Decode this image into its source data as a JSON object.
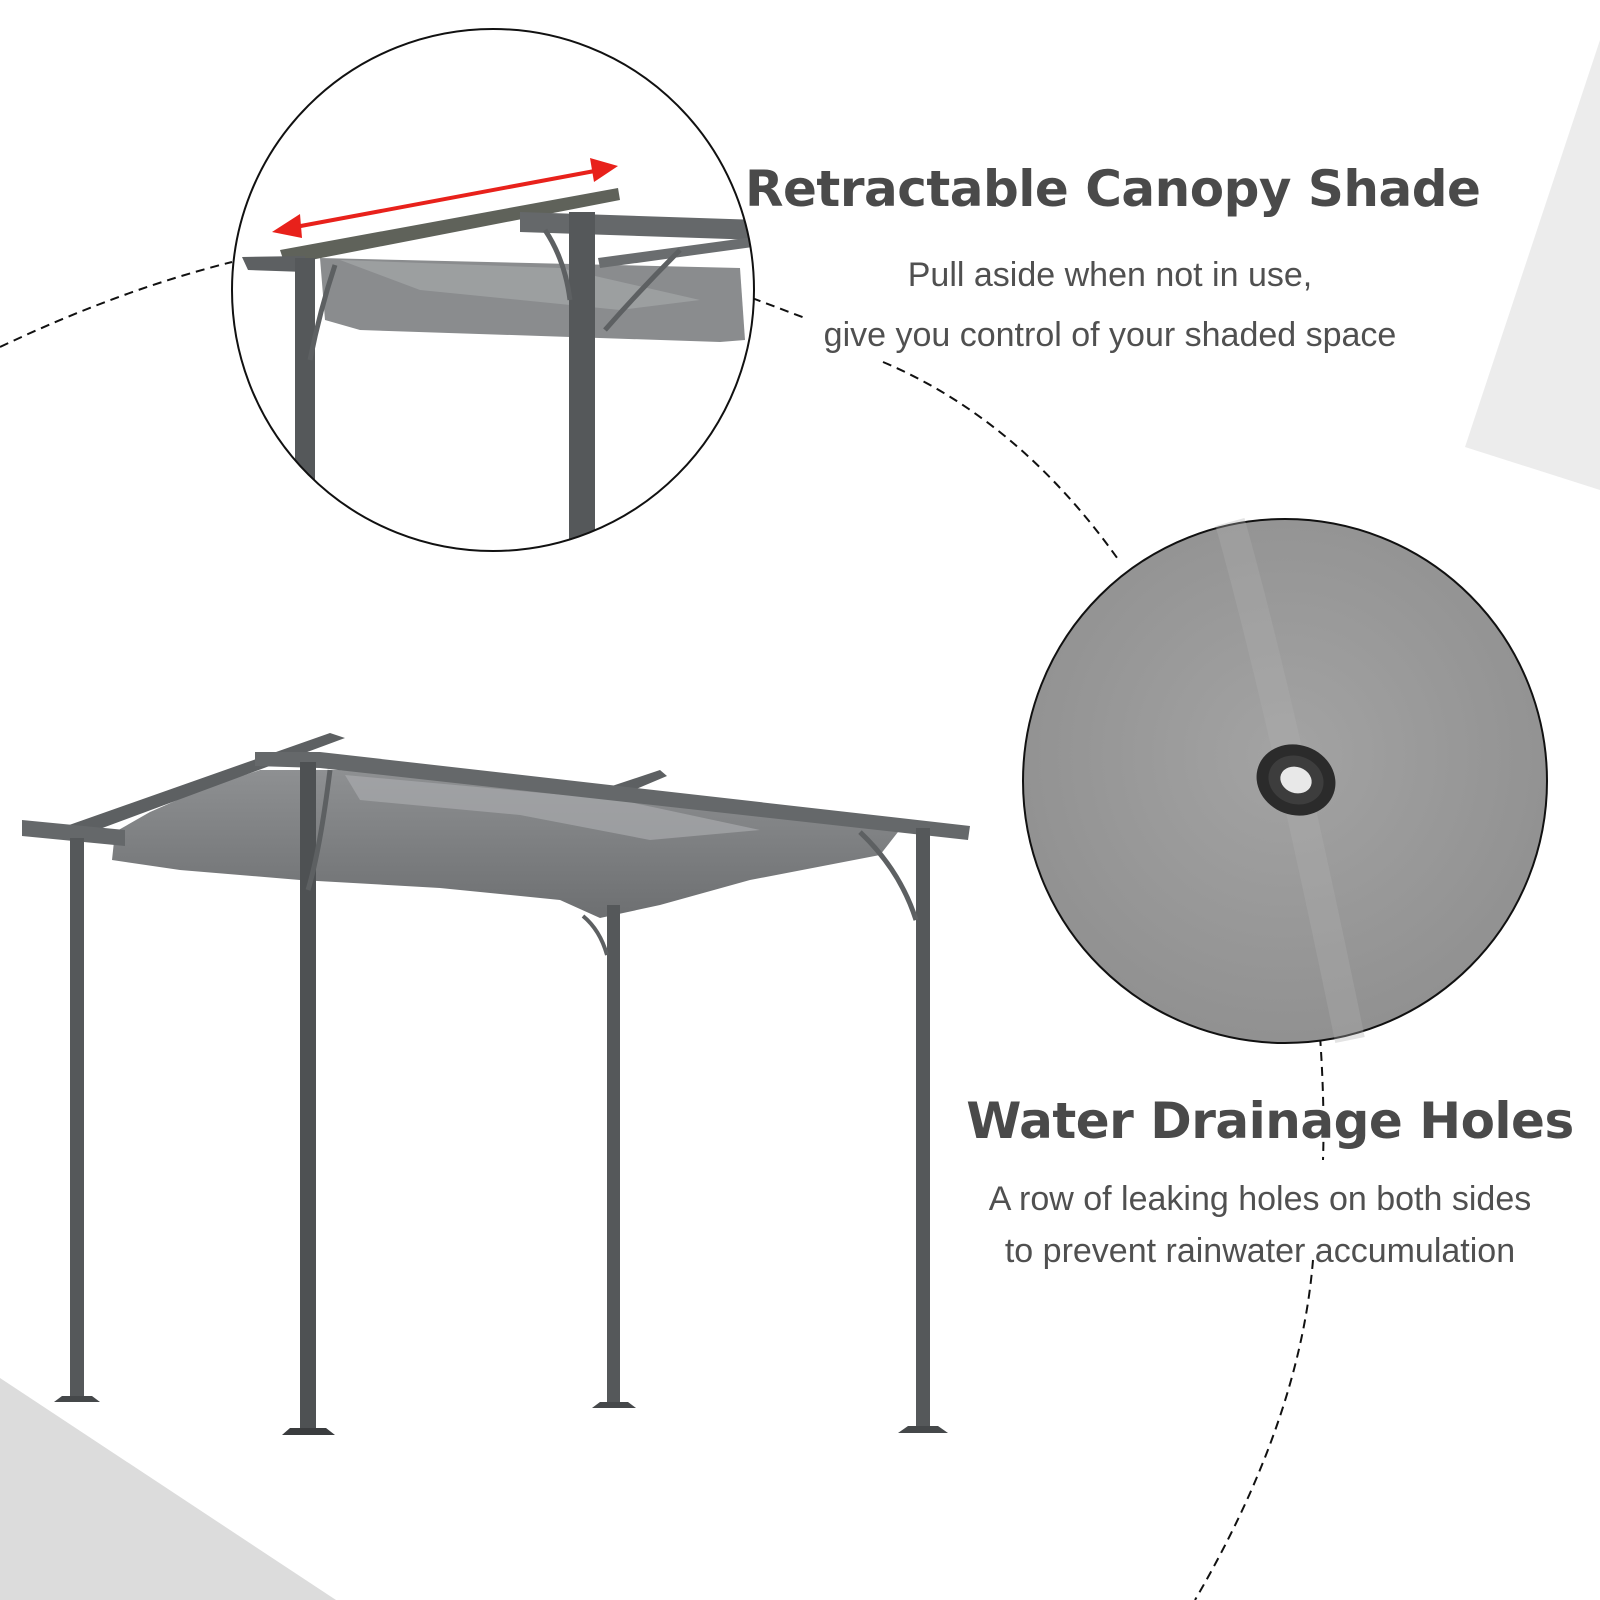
{
  "features": [
    {
      "title": "Retractable Canopy Shade",
      "description_lines": [
        "Pull aside when not in use,",
        "give you control of your shaded space"
      ],
      "detail_image": "canopy-retract-closeup",
      "indicator": "double-headed-arrow"
    },
    {
      "title": "Water Drainage Holes",
      "description_lines": [
        "A row of leaking holes on both sides",
        "to prevent rainwater accumulation"
      ],
      "detail_image": "drainage-grommet-closeup"
    }
  ],
  "main_image": "pergola-with-retractable-canopy",
  "colors": {
    "background": "#ffffff",
    "accent_shape": "#dcdcdc",
    "accent_shape_light": "#ececec",
    "text_heading": "#4a4a4a",
    "text_body": "#505050",
    "frame": "#55585a",
    "canopy": "#7b7d7f",
    "arrow": "#e8211b",
    "fabric": "#9c9c9c"
  }
}
